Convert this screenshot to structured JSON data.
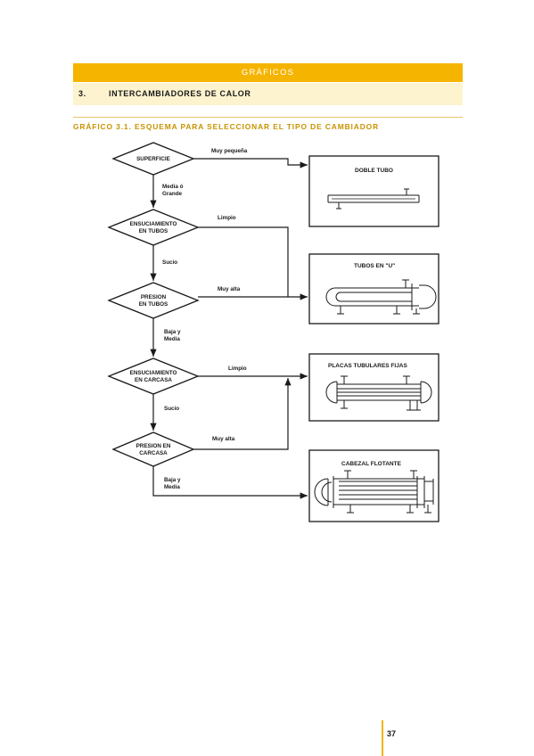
{
  "header": {
    "band_title": "GRÁFICOS",
    "section_number": "3.",
    "section_title": "INTERCAMBIADORES DE CALOR"
  },
  "figure": {
    "caption": "GRÁFICO 3.1. ESQUEMA PARA SELECCIONAR EL TIPO DE CAMBIADOR"
  },
  "diagram": {
    "decisions": [
      {
        "id": "superficie",
        "lines": [
          "SUPERFICIE"
        ]
      },
      {
        "id": "ensuc-tubos",
        "lines": [
          "ENSUCIAMIENTO",
          "EN TUBOS"
        ]
      },
      {
        "id": "presion-tubos",
        "lines": [
          "PRESION",
          "EN TUBOS"
        ]
      },
      {
        "id": "ensuc-carcasa",
        "lines": [
          "ENSUCIAMIENTO",
          "EN CARCASA"
        ]
      },
      {
        "id": "presion-carcasa",
        "lines": [
          "PRESION EN",
          "CARCASA"
        ]
      }
    ],
    "results": [
      {
        "id": "doble-tubo",
        "label": "DOBLE TUBO"
      },
      {
        "id": "tubos-u",
        "label": "TUBOS EN \"U\""
      },
      {
        "id": "placas-fijas",
        "label": "PLACAS TUBULARES FIJAS"
      },
      {
        "id": "cabezal-flotante",
        "label": "CABEZAL FLOTANTE"
      }
    ],
    "edge_labels": {
      "muy_pequena": "Muy pequeña",
      "media_grande": [
        "Media ó",
        "Grande"
      ],
      "limpio_1": "Limpio",
      "sucio_1": "Sucio",
      "muy_alta_1": "Muy alta",
      "baja_media_1": [
        "Baja y",
        "Media"
      ],
      "limpio_2": "Limpio",
      "sucio_2": "Sucio",
      "muy_alta_2": "Muy alta",
      "baja_media_2": [
        "Baja y",
        "Media"
      ]
    }
  },
  "footer": {
    "page_number": "37"
  }
}
